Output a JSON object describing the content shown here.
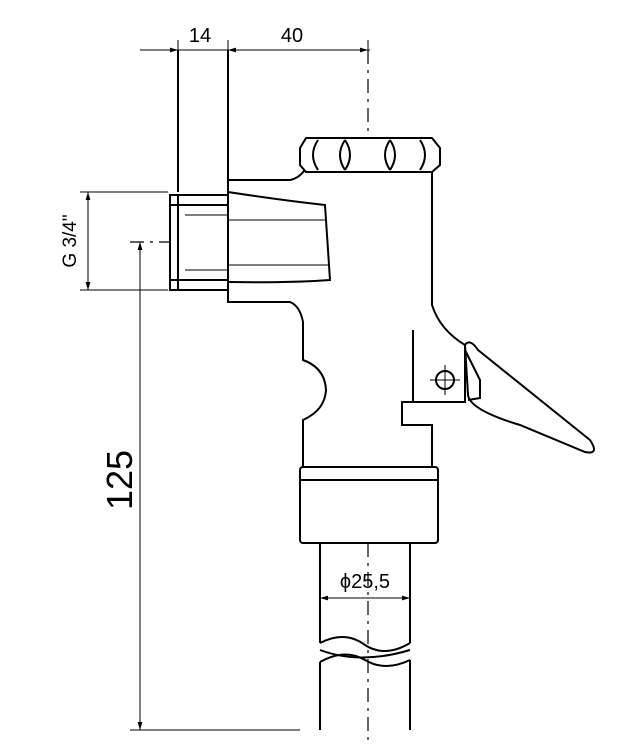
{
  "drawing": {
    "dimensions": {
      "width_14": "14",
      "width_40": "40",
      "thread": "G 3/4\"",
      "height_125": "125",
      "diameter": "ϕ25,5"
    }
  }
}
